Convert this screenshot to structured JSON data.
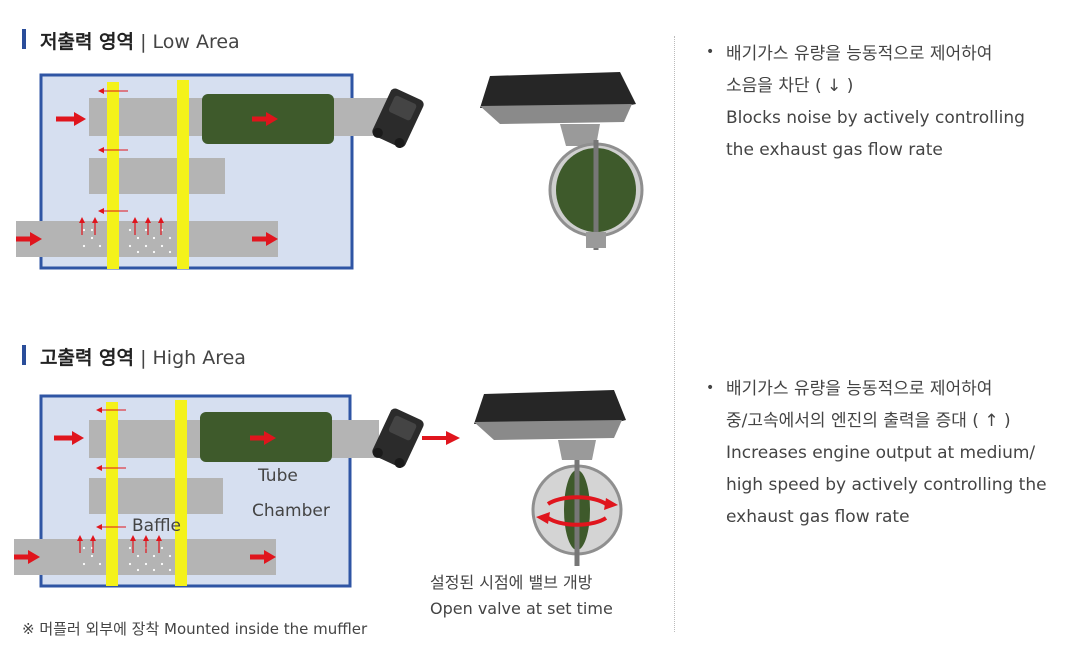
{
  "low": {
    "title_ko": "저출력 영역",
    "separator": "|",
    "title_en": "Low Area",
    "bullet_ko_1": "배기가스 유량을 능동적으로 제어하여",
    "bullet_ko_2": "소음을 차단 ( ↓ )",
    "bullet_en_1": "Blocks noise by actively controlling",
    "bullet_en_2": "the exhaust gas flow rate"
  },
  "high": {
    "title_ko": "고출력 영역",
    "separator": "|",
    "title_en": "High Area",
    "bullet_ko_1": "배기가스 유량을 능동적으로 제어하여",
    "bullet_ko_2": "중/고속에서의 엔진의 출력을 증대 ( ↑ )",
    "bullet_en_1": "Increases engine output at medium/",
    "bullet_en_2": "high speed by actively controlling the",
    "bullet_en_3": "exhaust gas flow rate"
  },
  "labels": {
    "tube": "Tube",
    "chamber": "Chamber",
    "baffle": "Baffle"
  },
  "caption": {
    "ko": "설정된 시점에 밸브  개방",
    "en": "Open valve at set time"
  },
  "note": "※ 머플러 외부에 장착  Mounted inside the muffler",
  "colors": {
    "title_bar": "#2a4d9a",
    "muffler_fill": "#d6dff0",
    "muffler_border": "#2f55a4",
    "pipe": "#b4b4b4",
    "baffle": "#f4f21a",
    "resonator": "#3e5a2b",
    "flow_arrow": "#e0151d"
  }
}
